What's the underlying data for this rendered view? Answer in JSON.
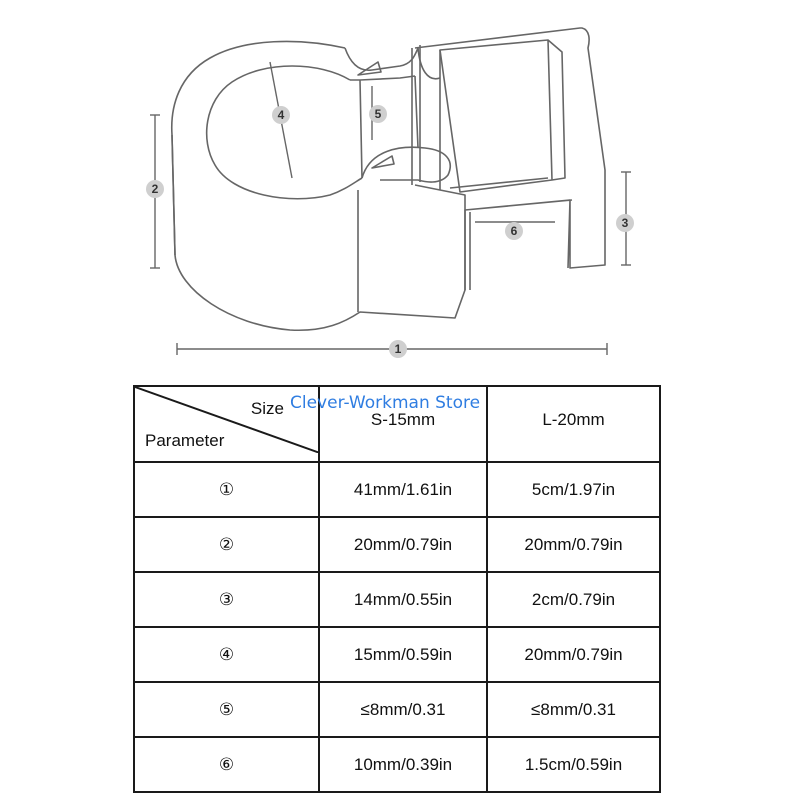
{
  "diagram": {
    "callouts": [
      "1",
      "2",
      "3",
      "4",
      "5",
      "6"
    ]
  },
  "table": {
    "corner_top": "Size",
    "corner_bottom": "Parameter",
    "columns": [
      "S-15mm",
      "L-20mm"
    ],
    "rows": [
      {
        "param": "①",
        "s": "41mm/1.61in",
        "l": "5cm/1.97in"
      },
      {
        "param": "②",
        "s": "20mm/0.79in",
        "l": "20mm/0.79in"
      },
      {
        "param": "③",
        "s": "14mm/0.55in",
        "l": "2cm/0.79in"
      },
      {
        "param": "④",
        "s": "15mm/0.59in",
        "l": "20mm/0.79in"
      },
      {
        "param": "⑤",
        "s": "≤8mm/0.31",
        "l": "≤8mm/0.31"
      },
      {
        "param": "⑥",
        "s": "10mm/0.39in",
        "l": "1.5cm/0.59in"
      }
    ]
  },
  "watermark": "Clever-Workman Store",
  "colors": {
    "line": "#666666",
    "badge": "#cfcfcf",
    "watermark": "#2f7de1",
    "grid": "#1a1a1a"
  }
}
